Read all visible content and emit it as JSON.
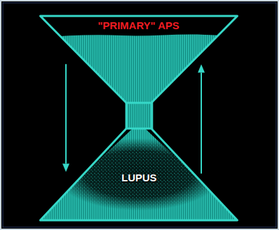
{
  "diagram": {
    "nodes": [
      {
        "text": [
          "\"PRIMARY\" APS"
        ]
      },
      {
        "text": [
          "LUPUS"
        ]
      }
    ],
    "edges": [
      {
        "from": 0,
        "to": 1,
        "arrow": "to"
      },
      {
        "from": 1,
        "to": 0,
        "arrow": "to"
      }
    ]
  }
}
